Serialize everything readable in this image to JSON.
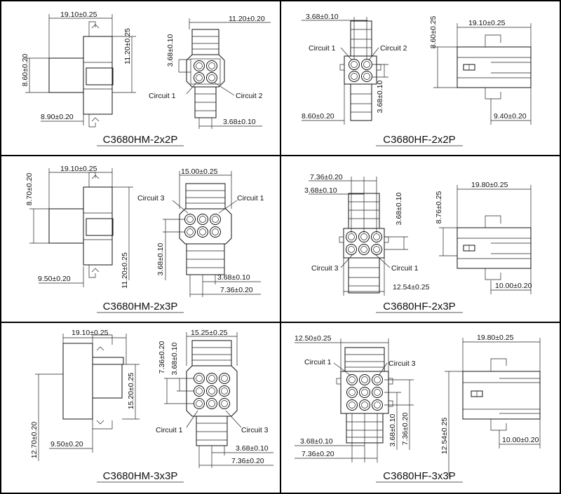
{
  "panels": [
    {
      "title": "C3680HM-2x2P",
      "dims": [
        "19.10±0.25",
        "8.60±0.20",
        "11.20±0.25",
        "8.90±0.20",
        "11.20±0.20",
        "3.68±0.10",
        "3.68±0.10"
      ],
      "circuits": [
        "Circuit 1",
        "Circuit 2"
      ]
    },
    {
      "title": "C3680HF-2x2P",
      "dims": [
        "3.68±0.10",
        "8.60±0.20",
        "3.68±0.10",
        "8.60±0.25",
        "19.10±0.25",
        "9.40±0.20"
      ],
      "circuits": [
        "Circuit 1",
        "Circuit 2"
      ]
    },
    {
      "title": "C3680HM-2x3P",
      "dims": [
        "19.10±0.25",
        "8.70±0.20",
        "9.50±0.20",
        "11.20±0.25",
        "15.00±0.25",
        "3.68±0.10",
        "3.68±0.10",
        "7.36±0.20"
      ],
      "circuits": [
        "Circuit 3",
        "Circuit 1"
      ]
    },
    {
      "title": "C3680HF-2x3P",
      "dims": [
        "7.36±0.20",
        "3.68±0.10",
        "3.68±0.10",
        "12.54±0.25",
        "8.76±0.25",
        "19.80±0.25",
        "10.00±0.20"
      ],
      "circuits": [
        "Circuit 3",
        "Circuit 1"
      ]
    },
    {
      "title": "C3680HM-3x3P",
      "dims": [
        "19.10±0.25",
        "15.20±0.25",
        "12.70±0.20",
        "9.50±0.20",
        "15.25±0.25",
        "7.36±0.20",
        "3.68±0.10",
        "3.68±0.10",
        "7.36±0.20"
      ],
      "circuits": [
        "Circuit 1",
        "Circuit 3"
      ]
    },
    {
      "title": "C3680HF-3x3P",
      "dims": [
        "12.50±0.25",
        "3.68±0.10",
        "7.36±0.20",
        "3.68±0.10",
        "7.36±0.20",
        "12.54±0.25",
        "19.80±0.25",
        "10.00±0.20"
      ],
      "circuits": [
        "Circuit 1",
        "Circuit 3"
      ]
    }
  ]
}
